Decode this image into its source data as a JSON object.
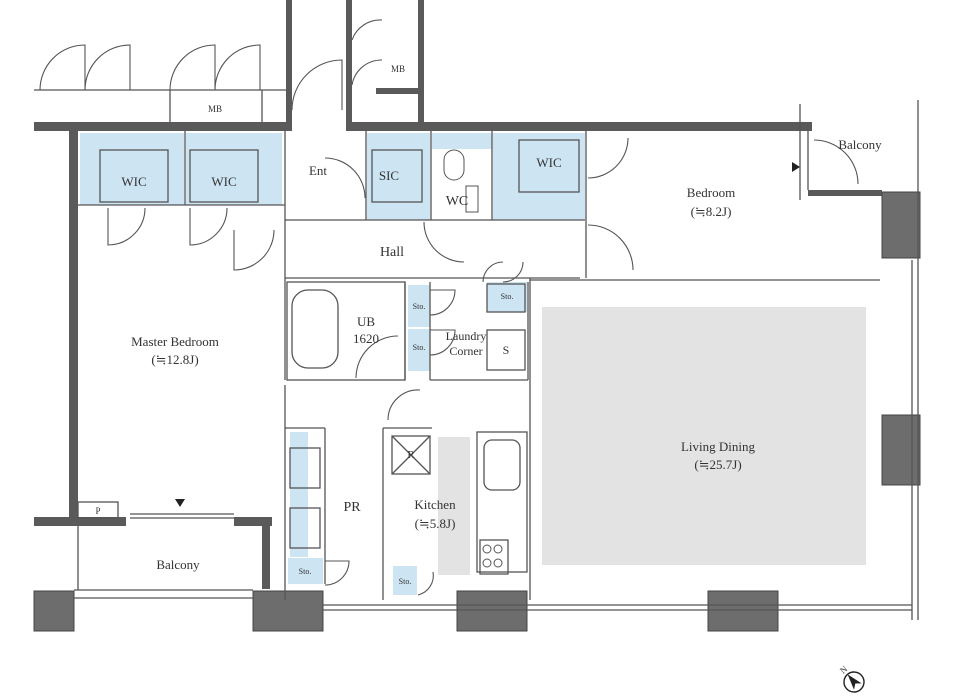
{
  "rooms": {
    "wic_1": "WIC",
    "wic_2": "WIC",
    "ent": "Ent",
    "sic": "SIC",
    "wc": "WC",
    "wic_3": "WIC",
    "bedroom": "Bedroom",
    "bedroom_size": "(≒8.2J)",
    "balcony_top": "Balcony",
    "mb_top": "MB",
    "mb_left": "MB",
    "hall": "Hall",
    "ub": "UB",
    "ub_size": "1620",
    "laundry_1": "Laundry",
    "laundry_2": "Corner",
    "sto_1": "Sto.",
    "sto_2": "Sto.",
    "sto_3": "Sto.",
    "sto_4": "Sto.",
    "sto_5": "Sto.",
    "washer": "S",
    "master": "Master Bedroom",
    "master_size": "(≒12.8J)",
    "pr": "PR",
    "kitchen": "Kitchen",
    "kitchen_size": "(≒5.8J)",
    "fridge": "R",
    "living": "Living Dining",
    "living_size": "(≒25.7J)",
    "balcony_bottom": "Balcony",
    "p": "P"
  },
  "compass": {
    "label": "N"
  },
  "colors": {
    "wall": "#5a5a5a",
    "storage_fill": "#cde4f2",
    "living_fill": "#e3e3e3",
    "kitchen_counter": "#e3e3e3",
    "column_fill": "#6d6d6d",
    "line": "#555555"
  }
}
